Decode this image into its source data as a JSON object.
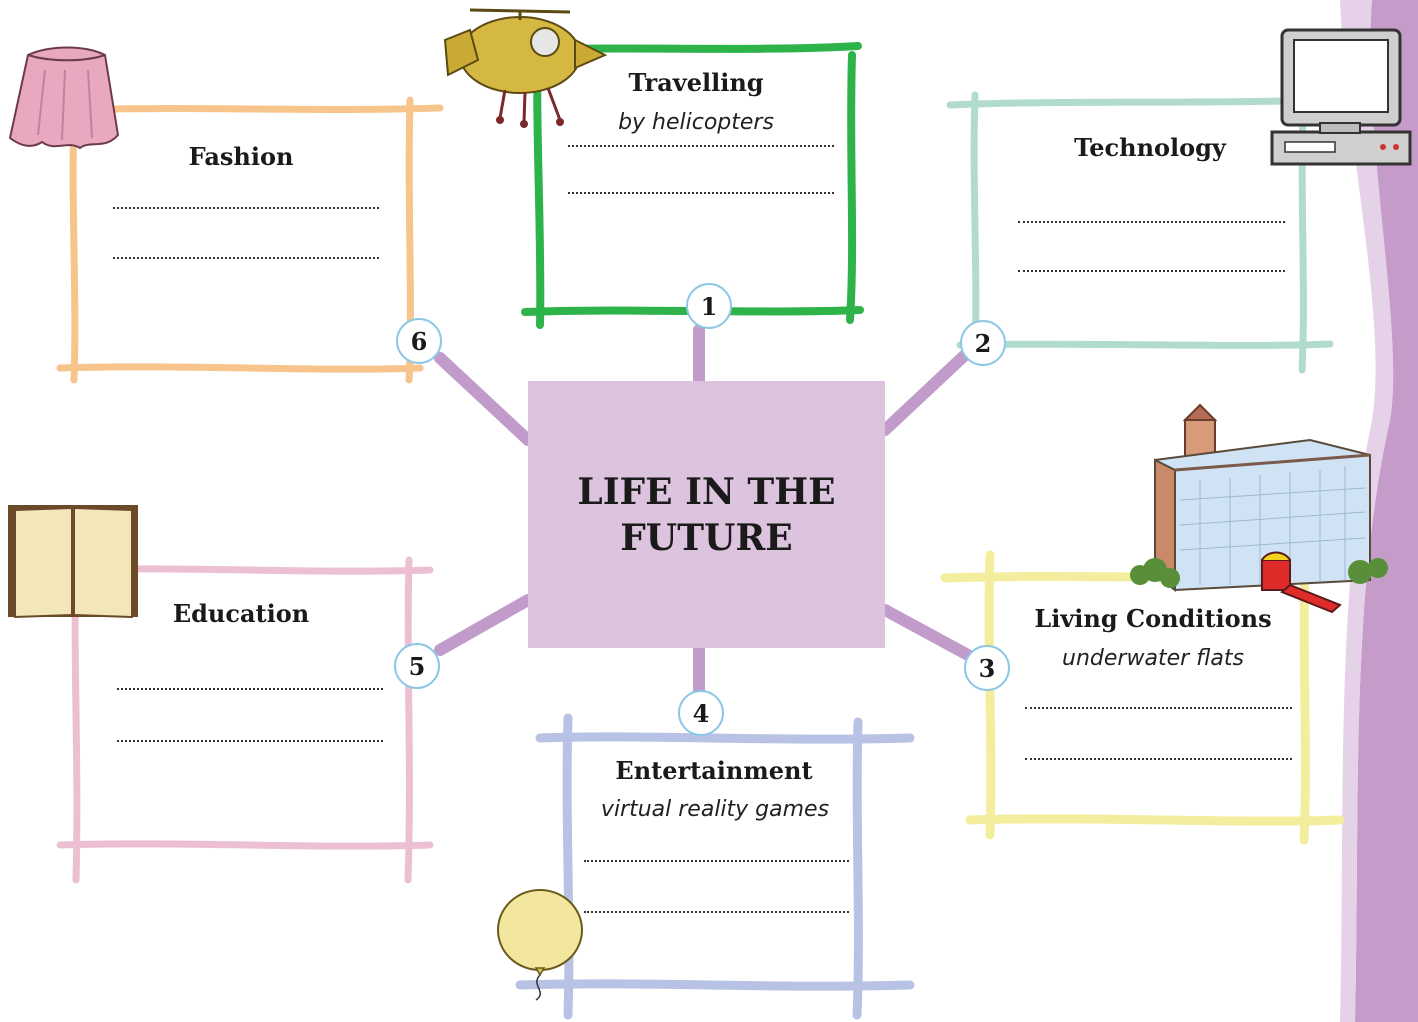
{
  "center": {
    "title": "LIFE IN THE FUTURE"
  },
  "topics": [
    {
      "number": "1",
      "title": "Travelling",
      "example": "by helicopters",
      "color": "#2db34a"
    },
    {
      "number": "2",
      "title": "Technology",
      "example": "",
      "color": "#a8d8c8"
    },
    {
      "number": "3",
      "title": "Living Conditions",
      "example": "underwater flats",
      "color": "#f3ee9e"
    },
    {
      "number": "4",
      "title": "Entertainment",
      "example": "virtual reality games",
      "color": "#b8c2e4"
    },
    {
      "number": "5",
      "title": "Education",
      "example": "",
      "color": "#ecbfd3"
    },
    {
      "number": "6",
      "title": "Fashion",
      "example": "",
      "color": "#f7c48c"
    }
  ],
  "colors": {
    "connector": "#c19ccb",
    "center_fill": "#dcc4de",
    "number_ring": "#8cc8e6",
    "side_band": "#c49bc9"
  },
  "icons": [
    "helicopter-icon",
    "computer-icon",
    "building-icon",
    "balloon-icon",
    "book-icon",
    "skirt-icon"
  ]
}
